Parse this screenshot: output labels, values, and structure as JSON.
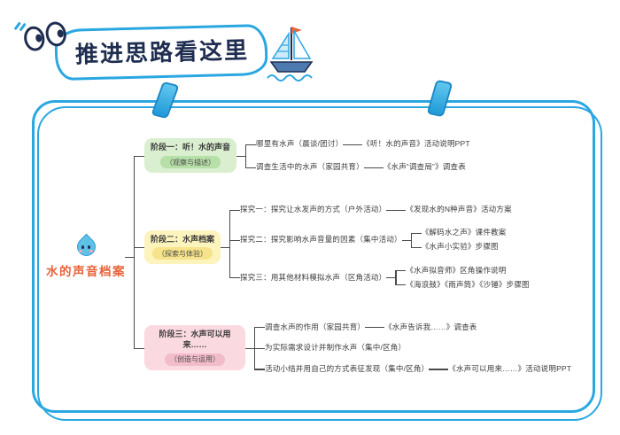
{
  "header": {
    "title": "推进思路看这里"
  },
  "icons": {
    "eyes": "eyes-icon",
    "sailboat": "sailboat-icon",
    "slashes": "slash-marks-icon",
    "mascot": "water-drop-mascot",
    "clips": [
      "clip-left-icon",
      "clip-right-icon"
    ]
  },
  "colors": {
    "accent_blue": "#2aa7e1",
    "title_navy": "#1e2d50",
    "root_orange": "#e7633b",
    "stage1_bg": "#d9efcf",
    "stage2_bg": "#fdf3bd",
    "stage3_bg": "#fad9e1",
    "connector": "#4a4a4a"
  },
  "mindmap": {
    "root_label": "水的声音档案",
    "branches": [
      {
        "label": "阶段一：听！水的声音",
        "sublabel": "（观察与描述）",
        "items": [
          {
            "text": "哪里有水声（晨谈/团讨）",
            "outputs": [
              "《听！水的声音》活动说明PPT"
            ]
          },
          {
            "text": "调查生活中的水声（家园共育）",
            "outputs": [
              "《水声“调查局”》调查表"
            ]
          }
        ]
      },
      {
        "label": "阶段二：水声档案",
        "sublabel": "（探索与体验）",
        "items": [
          {
            "text": "探究一：探究让水发声的方式（户外活动）",
            "outputs": [
              "《发现水的N种声音》活动方案"
            ]
          },
          {
            "text": "探究二：探究影响水声音量的因素（集中活动）",
            "outputs": [
              "《解码水之声》课件教案",
              "《水声小实验》步骤图"
            ]
          },
          {
            "text": "探究三：用其他材料模拟水声（区角活动）",
            "outputs": [
              "《水声拟音师》区角操作说明",
              "《海浪鼓》《雨声筒》《沙锤》步骤图"
            ]
          }
        ]
      },
      {
        "label": "阶段三：水声可以用来……",
        "sublabel": "（创造与运用）",
        "items": [
          {
            "text": "调查水声的作用（家园共育）",
            "outputs": [
              "《水声告诉我……》调查表"
            ]
          },
          {
            "text": "为实际需求设计并制作水声（集中/区角）",
            "outputs": []
          },
          {
            "text": "活动小结并用自己的方式表征发现（集中/区角）",
            "outputs": [
              "《水声可以用来……》活动说明PPT"
            ]
          }
        ]
      }
    ]
  }
}
